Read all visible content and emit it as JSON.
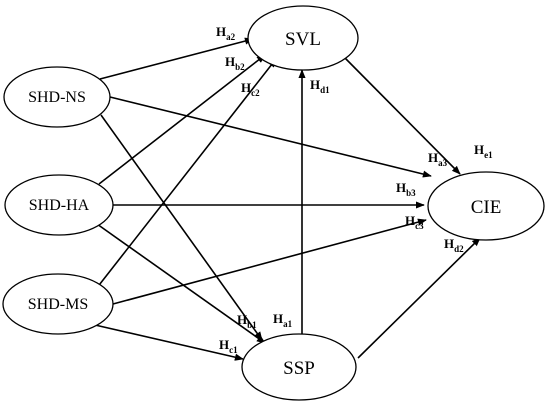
{
  "nodes": {
    "svl": "SVL",
    "shd_ns": "SHD-NS",
    "shd_ha": "SHD-HA",
    "shd_ms": "SHD-MS",
    "cie": "CIE",
    "ssp": "SSP"
  },
  "hypotheses": {
    "ha2": {
      "main": "H",
      "sub": "a2"
    },
    "hb2": {
      "main": "H",
      "sub": "b2"
    },
    "hc2": {
      "main": "H",
      "sub": "c2"
    },
    "hd1": {
      "main": "H",
      "sub": "d1"
    },
    "he1": {
      "main": "H",
      "sub": "e1"
    },
    "ha3": {
      "main": "H",
      "sub": "a3"
    },
    "hb3": {
      "main": "H",
      "sub": "b3"
    },
    "hc3": {
      "main": "H",
      "sub": "c3"
    },
    "hd2": {
      "main": "H",
      "sub": "d2"
    },
    "hb1": {
      "main": "H",
      "sub": "b1"
    },
    "ha1": {
      "main": "H",
      "sub": "a1"
    },
    "hc1": {
      "main": "H",
      "sub": "c1"
    }
  }
}
